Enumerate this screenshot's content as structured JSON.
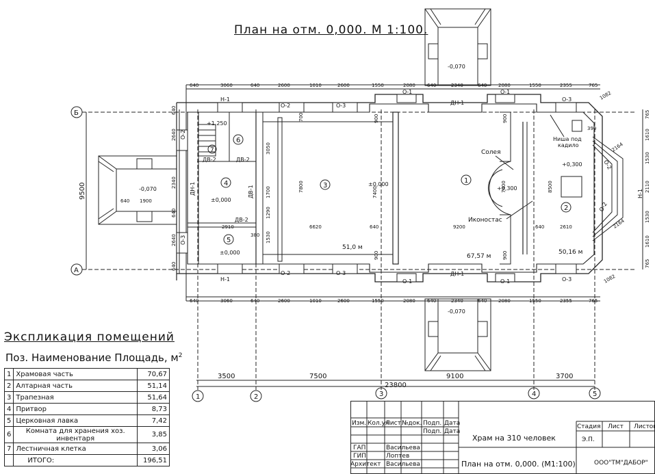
{
  "plan_title": "План на отм. 0,000. М 1:100.",
  "axes": {
    "letters": [
      "Б",
      "А"
    ],
    "numbers": [
      "1",
      "2",
      "3",
      "4",
      "5"
    ]
  },
  "rooms": {
    "r1": "1",
    "r2": "2",
    "r3": "3",
    "r4": "4",
    "r5": "5",
    "r6": "6",
    "r7": "7"
  },
  "labels": {
    "soleya": "Солея",
    "ikonostas": "Иконостас",
    "nisha": "Ниша под кадило",
    "area1": "67,57 м",
    "area3": "51,0 м",
    "area2": "50,16 м",
    "sq": "2"
  },
  "levels": {
    "main": "±0,000",
    "r4": "±0,000",
    "r5": "±0,000",
    "altar": "+0,300",
    "solea": "+0,300",
    "stair": "+1,250",
    "porch_n": "-0,070",
    "porch_s": "-0,070",
    "porch_w": "-0,070"
  },
  "marks": {
    "w_top": [
      "Н-1",
      "О-2",
      "О-3",
      "О-1",
      "О-1",
      "О-3"
    ],
    "w_bottom": [
      "Н-1",
      "О-2",
      "О-3",
      "О-1",
      "О-1",
      "О-3"
    ],
    "dn_top": "ДН-1",
    "dn_bottom": "ДН-1",
    "dn_left": "ДН-1",
    "db": [
      "ДВ-2",
      "ДВ-2",
      "ДВ-1",
      "ДВ-2"
    ],
    "o2_left": "О-2",
    "o3_left": "О-3",
    "o2_apse": [
      "О-2",
      "О-2"
    ],
    "n1_apse": "Н-1"
  },
  "dims": {
    "top": [
      "640",
      "3060",
      "640",
      "2600",
      "1010",
      "2600",
      "1550",
      "2080",
      "640",
      "2340",
      "640",
      "2080",
      "1550",
      "2355",
      "765"
    ],
    "bottom": [
      "640",
      "3060",
      "640",
      "2600",
      "1010",
      "2600",
      "1550",
      "2080",
      "640",
      "2340",
      "640",
      "2080",
      "1550",
      "2355",
      "765"
    ],
    "inner": [
      "2910",
      "6620",
      "640",
      "9200",
      "640",
      "2610"
    ],
    "vertical": [
      "3050",
      "1700",
      "7800",
      "7400",
      "7400",
      "8500",
      "1290",
      "1530",
      "700"
    ],
    "right": [
      "765",
      "1610",
      "1530",
      "2110",
      "1530",
      "1610",
      "765"
    ],
    "left": [
      "640",
      "2640",
      "2340",
      "640",
      "2640",
      "640"
    ],
    "overall": "9500",
    "chain": [
      "3500",
      "7500",
      "9100",
      "3700"
    ],
    "total": "23800",
    "misc": [
      "1900",
      "640",
      "1082",
      "1082",
      "2164",
      "2164",
      "390",
      "380",
      "900",
      "900",
      "900",
      "900"
    ]
  },
  "explication": {
    "title": "Экспликация помещений",
    "header": "Поз. Наименование Площадь, м",
    "header_sq": "2",
    "rows": [
      {
        "num": "1",
        "name": "Храмовая часть",
        "area": "70,67"
      },
      {
        "num": "2",
        "name": "Алтарная часть",
        "area": "51,14"
      },
      {
        "num": "3",
        "name": "Трапезная",
        "area": "51,64"
      },
      {
        "num": "4",
        "name": "Притвор",
        "area": "8,73"
      },
      {
        "num": "5",
        "name": "Церковная лавка",
        "area": "7,42"
      },
      {
        "num": "6",
        "name": "Комната для хранения хоз. инвентаря",
        "area": "3,85"
      },
      {
        "num": "7",
        "name": "Лестничная клетка",
        "area": "3,06"
      },
      {
        "num": "",
        "name": "ИТОГО:",
        "area": "196,51"
      }
    ]
  },
  "stamp": {
    "cols": [
      "Изм.",
      "Кол.уч",
      "Лист",
      "№док.",
      "Подп.",
      "Дата"
    ],
    "cols2": [
      "Подп.",
      "Дата"
    ],
    "people": [
      {
        "role": "ГАП",
        "name": "Васильева"
      },
      {
        "role": "ГИП",
        "name": "Лоптев"
      },
      {
        "role": "Архитект",
        "name": "Васильева"
      }
    ],
    "project": "Храм на 310 человек",
    "sheet_title": "План на отм. 0,000. (М1:100)",
    "stage_label": "Стадия",
    "sheet_label": "Лист",
    "sheets_label": "Листов",
    "stage": "Э.П.",
    "org": "ООО\"ТМ\"ДАБОР\""
  }
}
